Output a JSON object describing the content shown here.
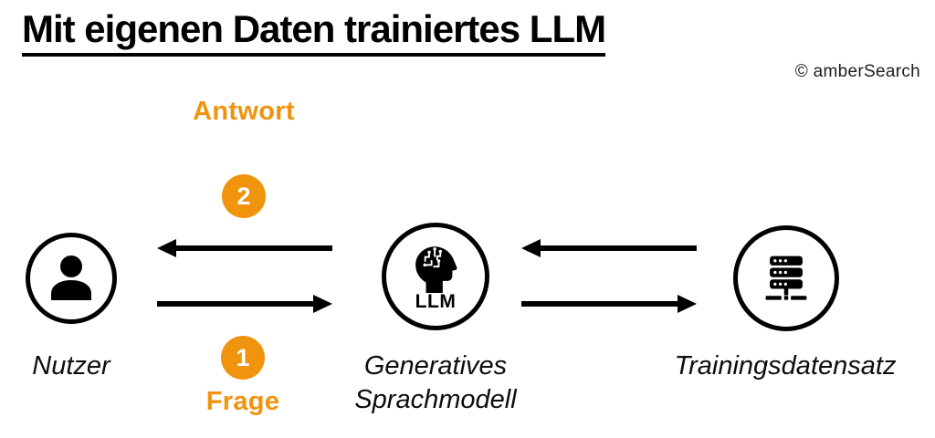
{
  "title": "Mit eigenen Daten trainiertes LLM",
  "copyright": "© amberSearch",
  "colors": {
    "accent_orange": "#F0930D",
    "ink": "#000000",
    "background": "#FFFFFF"
  },
  "nodes": {
    "user": {
      "label": "Nutzer",
      "icon": "user-icon"
    },
    "llm": {
      "label": "Generatives Sprachmodell",
      "caption": "LLM",
      "icon": "brain-circuit-head-icon"
    },
    "training": {
      "label": "Trainingsdatensatz",
      "icon": "server-icon"
    }
  },
  "steps": {
    "answer": {
      "number": "2",
      "label": "Antwort"
    },
    "question": {
      "number": "1",
      "label": "Frage"
    }
  }
}
